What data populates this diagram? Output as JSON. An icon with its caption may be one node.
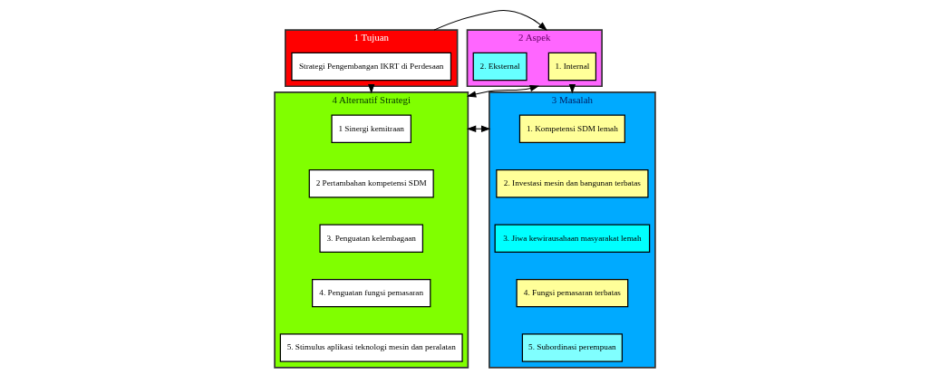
{
  "diagram": {
    "nodes": [
      {
        "text": [
          "1 Tujuan"
        ]
      },
      {
        "text": [
          "Strategi Pengembangan IKRT di Perdesaan"
        ],
        "in": 0
      },
      {
        "text": [
          "2 Aspek"
        ]
      },
      {
        "text": [
          "1. Internal"
        ],
        "in": 2
      },
      {
        "text": [
          "2. Eksternal"
        ],
        "in": 2
      },
      {
        "text": [
          "4 Alternatif Strategi"
        ]
      },
      {
        "text": [
          "1 Sinergi kemitraan"
        ],
        "in": 5
      },
      {
        "text": [
          "2 Pertambahan kompetensi SDM"
        ],
        "in": 5
      },
      {
        "text": [
          "3. Penguatan kelembagaan"
        ],
        "in": 5
      },
      {
        "text": [
          "4. Penguatan fungsi pemasaran"
        ],
        "in": 5
      },
      {
        "text": [
          "5. Stimulus aplikasi teknologi mesin dan peralatan"
        ],
        "in": 5
      },
      {
        "text": [
          "3 Masalah"
        ]
      },
      {
        "text": [
          "1. Kompetensi SDM lemah"
        ],
        "in": 11
      },
      {
        "text": [
          "2. Investasi mesin dan bangunan terbatas"
        ],
        "in": 11
      },
      {
        "text": [
          "3. Jiwa kewirausahaan masyarakat lemah"
        ],
        "in": 11
      },
      {
        "text": [
          "4. Fungsi pemasaran terbatas"
        ],
        "in": 11
      },
      {
        "text": [
          "5. Subordinasi perempuan"
        ],
        "in": 11
      }
    ],
    "edges": [
      {
        "from": 0,
        "to": 2,
        "arrow": "to"
      },
      {
        "from": 0,
        "to": 5,
        "arrow": "to"
      },
      {
        "from": 2,
        "to": 11,
        "arrow": "to"
      },
      {
        "from": 5,
        "to": 2,
        "arrow": "both"
      },
      {
        "from": 5,
        "to": 11,
        "arrow": "both"
      }
    ]
  }
}
